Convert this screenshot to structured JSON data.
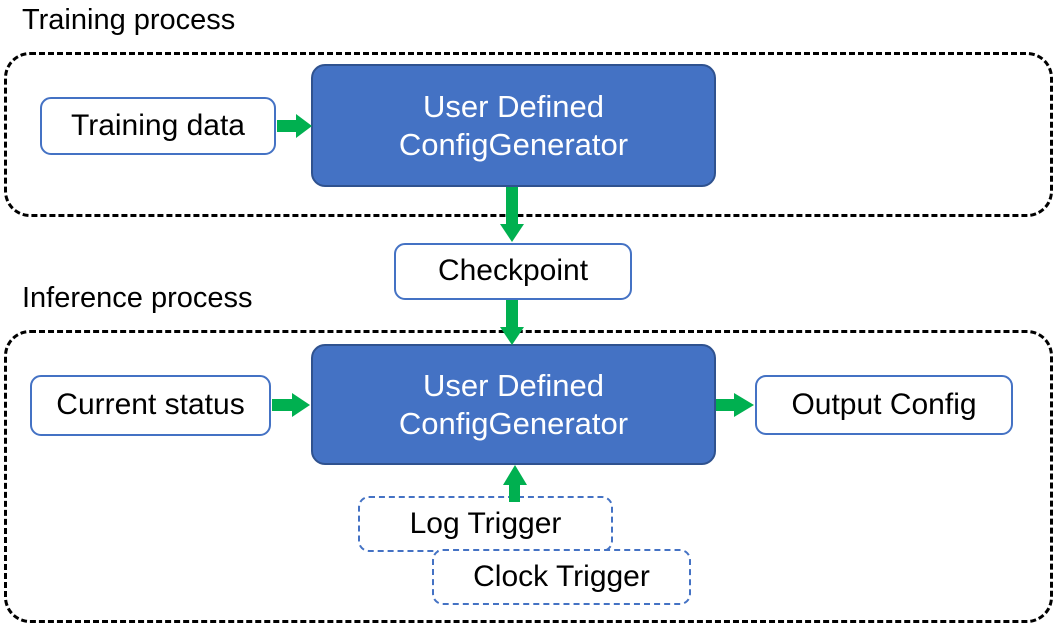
{
  "diagram": {
    "title_training": "Training process",
    "title_inference": "Inference process",
    "colors": {
      "process_fill": "#4472C4",
      "process_border": "#2F528F",
      "node_border": "#4472C4",
      "arrow": "#00B050",
      "group_border": "#000000",
      "text_dark": "#000000",
      "text_light": "#FFFFFF"
    }
  },
  "training": {
    "input": {
      "label": "Training data"
    },
    "process": {
      "line1": "User Defined",
      "line2": "ConfigGenerator"
    },
    "arrows": [
      {
        "name": "training-data-to-process",
        "from": "Training data",
        "to": "User Defined ConfigGenerator",
        "direction": "right"
      },
      {
        "name": "process-to-checkpoint",
        "from": "User Defined ConfigGenerator",
        "to": "Checkpoint",
        "direction": "down"
      }
    ]
  },
  "checkpoint": {
    "label": "Checkpoint"
  },
  "inference": {
    "input": {
      "label": "Current status"
    },
    "process": {
      "line1": "User Defined",
      "line2": "ConfigGenerator"
    },
    "output": {
      "label": "Output Config"
    },
    "triggers": [
      {
        "label": "Log Trigger"
      },
      {
        "label": "Clock Trigger"
      }
    ],
    "arrows": [
      {
        "name": "checkpoint-to-process",
        "from": "Checkpoint",
        "to": "User Defined ConfigGenerator",
        "direction": "down"
      },
      {
        "name": "current-status-to-process",
        "from": "Current status",
        "to": "User Defined ConfigGenerator",
        "direction": "right"
      },
      {
        "name": "process-to-output",
        "from": "User Defined ConfigGenerator",
        "to": "Output Config",
        "direction": "right"
      },
      {
        "name": "trigger-to-process",
        "from": "Log Trigger",
        "to": "User Defined ConfigGenerator",
        "direction": "up"
      }
    ]
  }
}
